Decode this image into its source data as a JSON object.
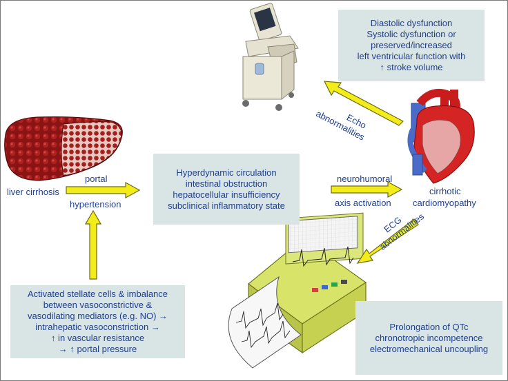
{
  "colors": {
    "text": "#1f3f8f",
    "box_fill": "#d9e5e5",
    "arrow_fill": "#f2ec1a",
    "arrow_stroke": "#6f6a10"
  },
  "liver": {
    "label": "liver cirrhosis"
  },
  "portal": {
    "line1": "portal",
    "line2": "hypertension"
  },
  "central_box": {
    "lines": [
      "Hyperdynamic circulation",
      "intestinal obstruction",
      "hepatocellular insufficiency",
      "subclinical inflammatory state"
    ]
  },
  "neuro": {
    "line1": "neurohumoral",
    "line2": "axis activation"
  },
  "heart": {
    "line1": "cirrhotic",
    "line2": "cardiomyopathy"
  },
  "echo_box": {
    "lines": [
      "Diastolic dysfunction",
      "Systolic dysfunction or",
      "preserved/increased",
      "left ventricular function with",
      "↑ stroke volume"
    ]
  },
  "echo_arrow": {
    "line1": "Echo",
    "line2": "abnormalities"
  },
  "ecg_arrow": {
    "line1": "ECG",
    "line2": "abnormalities"
  },
  "ecg_box": {
    "lines": [
      "Prolongation of QTc",
      "chronotropic incompetence",
      "electromechanical uncoupling"
    ]
  },
  "stellate_box": {
    "lines": [
      "Activated stellate cells & imbalance",
      "between vasoconstrictive &",
      "vasodilating mediators (e.g. NO) →",
      "intrahepatic vasoconstriction →",
      "↑ in vascular resistance",
      "→ ↑ portal pressure"
    ]
  }
}
